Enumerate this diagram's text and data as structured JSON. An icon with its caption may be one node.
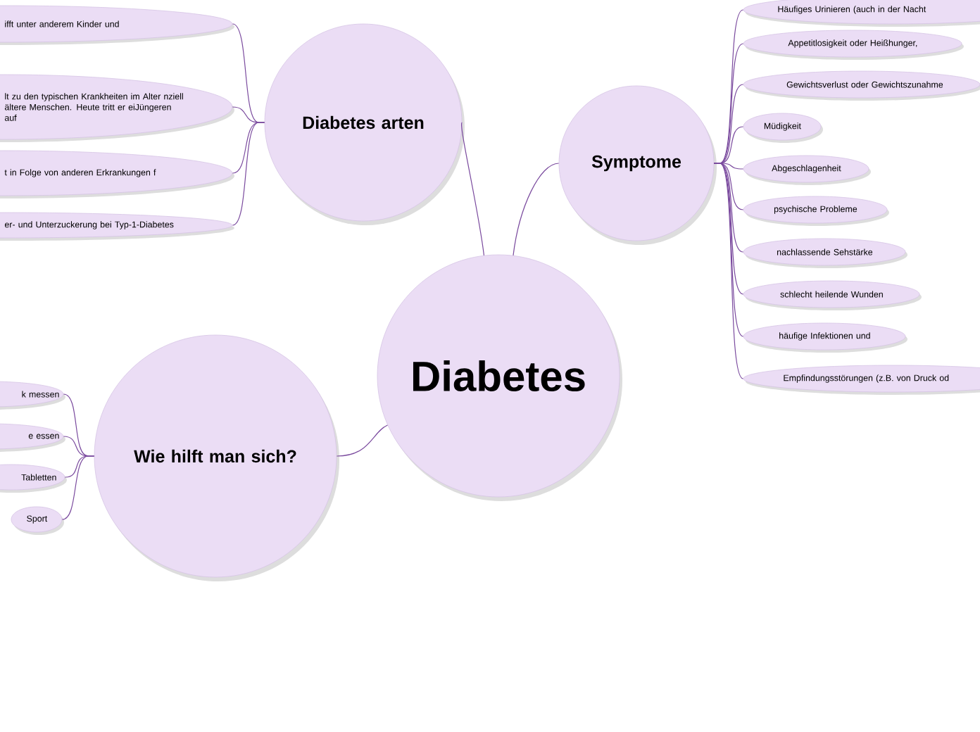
{
  "diagram": {
    "nodes": [
      {
        "text": [
          "Diabetes"
        ]
      },
      {
        "text": [
          "Diabetes arten"
        ]
      },
      {
        "text": [
          "Symptome"
        ]
      },
      {
        "text": [
          "Wie hilft man sich?"
        ]
      },
      {
        "text": [
          "ifft unter anderem Kinder und"
        ]
      },
      {
        "text": [
          "lt zu den typischen Krankheiten im Alter nziell ältere Menschen. Heute tritt er eiJüngeren auf"
        ]
      },
      {
        "text": [
          "t in Folge von anderen Erkrankungen f"
        ]
      },
      {
        "text": [
          "er- und Unterzuckerung bei Typ-1-Diabetes"
        ]
      },
      {
        "text": [
          "Häufiges Urinieren (auch in der Nacht"
        ]
      },
      {
        "text": [
          "Appetitlosigkeit oder Heißhunger,"
        ]
      },
      {
        "text": [
          "Gewichtsverlust oder Gewichtszunahme"
        ]
      },
      {
        "text": [
          "Müdigkeit"
        ]
      },
      {
        "text": [
          "Abgeschlagenheit"
        ]
      },
      {
        "text": [
          "psychische Probleme"
        ]
      },
      {
        "text": [
          "nachlassende Sehstärke"
        ]
      },
      {
        "text": [
          "schlecht heilende Wunden"
        ]
      },
      {
        "text": [
          "häufige Infektionen und"
        ]
      },
      {
        "text": [
          "Empfindungsstörungen (z.B. von Druck od"
        ]
      },
      {
        "text": [
          "k messen"
        ]
      },
      {
        "text": [
          "e essen"
        ]
      },
      {
        "text": [
          "Tabletten"
        ]
      },
      {
        "text": [
          "Sport"
        ]
      }
    ],
    "edges": [
      {
        "from": 0,
        "to": 1,
        "arrow": "none"
      },
      {
        "from": 0,
        "to": 2,
        "arrow": "none"
      },
      {
        "from": 0,
        "to": 3,
        "arrow": "none"
      },
      {
        "from": 1,
        "to": 4,
        "arrow": "none"
      },
      {
        "from": 1,
        "to": 5,
        "arrow": "none"
      },
      {
        "from": 1,
        "to": 6,
        "arrow": "none"
      },
      {
        "from": 1,
        "to": 7,
        "arrow": "none"
      },
      {
        "from": 2,
        "to": 8,
        "arrow": "none"
      },
      {
        "from": 2,
        "to": 9,
        "arrow": "none"
      },
      {
        "from": 2,
        "to": 10,
        "arrow": "none"
      },
      {
        "from": 2,
        "to": 11,
        "arrow": "none"
      },
      {
        "from": 2,
        "to": 12,
        "arrow": "none"
      },
      {
        "from": 2,
        "to": 13,
        "arrow": "none"
      },
      {
        "from": 2,
        "to": 14,
        "arrow": "none"
      },
      {
        "from": 2,
        "to": 15,
        "arrow": "none"
      },
      {
        "from": 2,
        "to": 16,
        "arrow": "none"
      },
      {
        "from": 2,
        "to": 17,
        "arrow": "none"
      },
      {
        "from": 3,
        "to": 18,
        "arrow": "none"
      },
      {
        "from": 3,
        "to": 19,
        "arrow": "none"
      },
      {
        "from": 3,
        "to": 20,
        "arrow": "none"
      },
      {
        "from": 3,
        "to": 21,
        "arrow": "none"
      }
    ]
  }
}
